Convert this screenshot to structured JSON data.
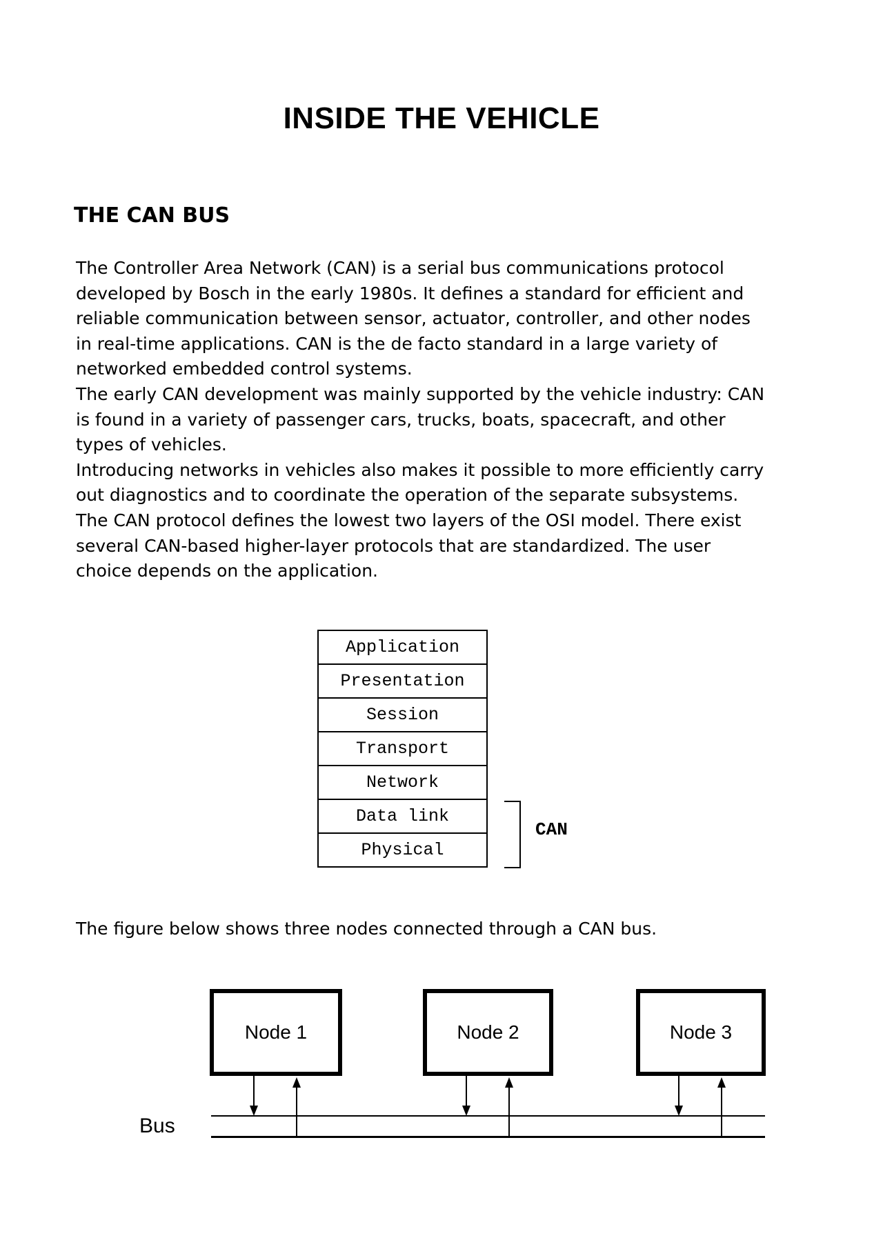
{
  "page": {
    "title": "INSIDE THE VEHICLE",
    "section_heading": "THE CAN BUS",
    "body": "The Controller Area Network (CAN) is a serial bus communications protocol\ndeveloped by Bosch in the early 1980s. It defines a standard for efficient and\nreliable communication between sensor, actuator, controller, and other nodes\nin real-time applications. CAN is the de facto standard in a large variety of\nnetworked embedded control systems.\nThe early CAN development was mainly supported by the vehicle industry: CAN\nis found in a variety of passenger cars, trucks, boats, spacecraft, and other\ntypes of vehicles.\nIntroducing networks in vehicles also makes it possible to more efficiently carry\nout diagnostics and to coordinate the operation of the separate subsystems.\nThe CAN protocol defines the lowest two layers of the OSI model. There exist\nseveral CAN-based higher-layer protocols that are standardized. The user\nchoice depends on the application.",
    "figure_caption": "The figure below shows three nodes connected through a CAN bus."
  },
  "osi_figure": {
    "layers": [
      "Application",
      "Presentation",
      "Session",
      "Transport",
      "Network",
      "Data link",
      "Physical"
    ],
    "bracket_label": "CAN"
  },
  "bus_figure": {
    "nodes": [
      "Node 1",
      "Node 2",
      "Node 3"
    ],
    "bus_label": "Bus"
  }
}
